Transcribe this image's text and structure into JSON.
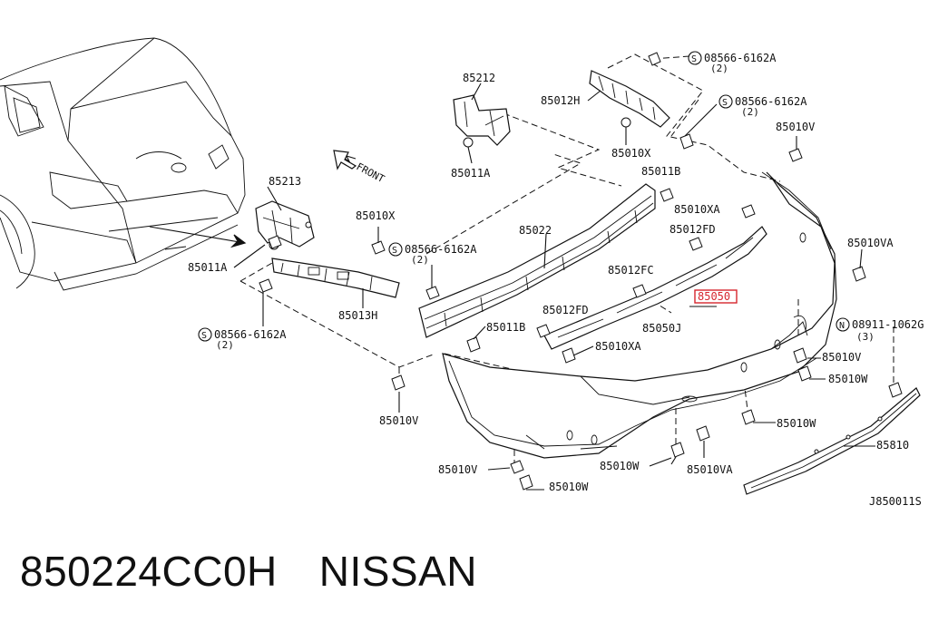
{
  "diagram": {
    "front_label": "FRONT",
    "drawing_code": "J850011S",
    "highlight_color": "#d6262e",
    "parts": {
      "p85213": "85213",
      "p85011A_left": "85011A",
      "p85010X_left": "85010X",
      "p08566_mid": "08566-6162A",
      "p08566_mid_qty": "(2)",
      "p85013H": "85013H",
      "p08566_left": "08566-6162A",
      "p08566_left_qty": "(2)",
      "p85212": "85212",
      "p85011A_top": "85011A",
      "p85012H": "85012H",
      "p85010X_top": "85010X",
      "p08566_top": "08566-6162A",
      "p08566_top_qty": "(2)",
      "p08566_top2": "08566-6162A",
      "p08566_top2_qty": "(2)",
      "p85010V_top": "85010V",
      "p85011B_top": "85011B",
      "p85010XA_top": "85010XA",
      "p85022": "85022",
      "p85012FD_top": "85012FD",
      "p85010VA_right": "85010VA",
      "p85012FC": "85012FC",
      "p85050_highlight": "85050",
      "p85012FD_mid": "85012FD",
      "p85050J": "85050J",
      "p85011B_mid": "85011B",
      "p85010XA_mid": "85010XA",
      "p08911": "08911-1062G",
      "p08911_qty": "(3)",
      "p85010V_right": "85010V",
      "p85010W_right": "85010W",
      "p85010V_left": "85010V",
      "p85010W_mid": "85010W",
      "p85810": "85810",
      "p85010V_bottom": "85010V",
      "p85010W_bottom": "85010W",
      "p85010VA_bottom": "85010VA",
      "p85010W_bottom2": "85010W"
    }
  },
  "caption": {
    "part_number": "850224CC0H",
    "brand": "NISSAN"
  }
}
